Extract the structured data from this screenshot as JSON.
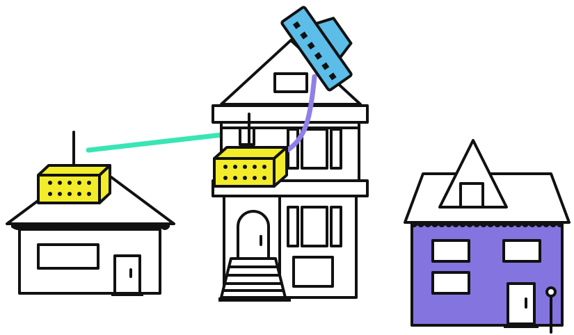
{
  "illustration": {
    "houses": [
      "small-house",
      "victorian-house",
      "purple-house"
    ],
    "devices": [
      "router-small-house",
      "router-victorian-house",
      "satellite-dish"
    ],
    "links": [
      "wireless-link",
      "satellite-cable"
    ]
  },
  "colors": {
    "background": "#ffffff",
    "outline": "#111111",
    "router": "#f2ec2a",
    "satellite": "#5bbde8",
    "wireless_link": "#38e6b4",
    "satellite_cable": "#8f80e8",
    "purple_house": "#8474e0"
  },
  "icons": [
    "router-icon",
    "satellite-icon",
    "house-icon"
  ]
}
